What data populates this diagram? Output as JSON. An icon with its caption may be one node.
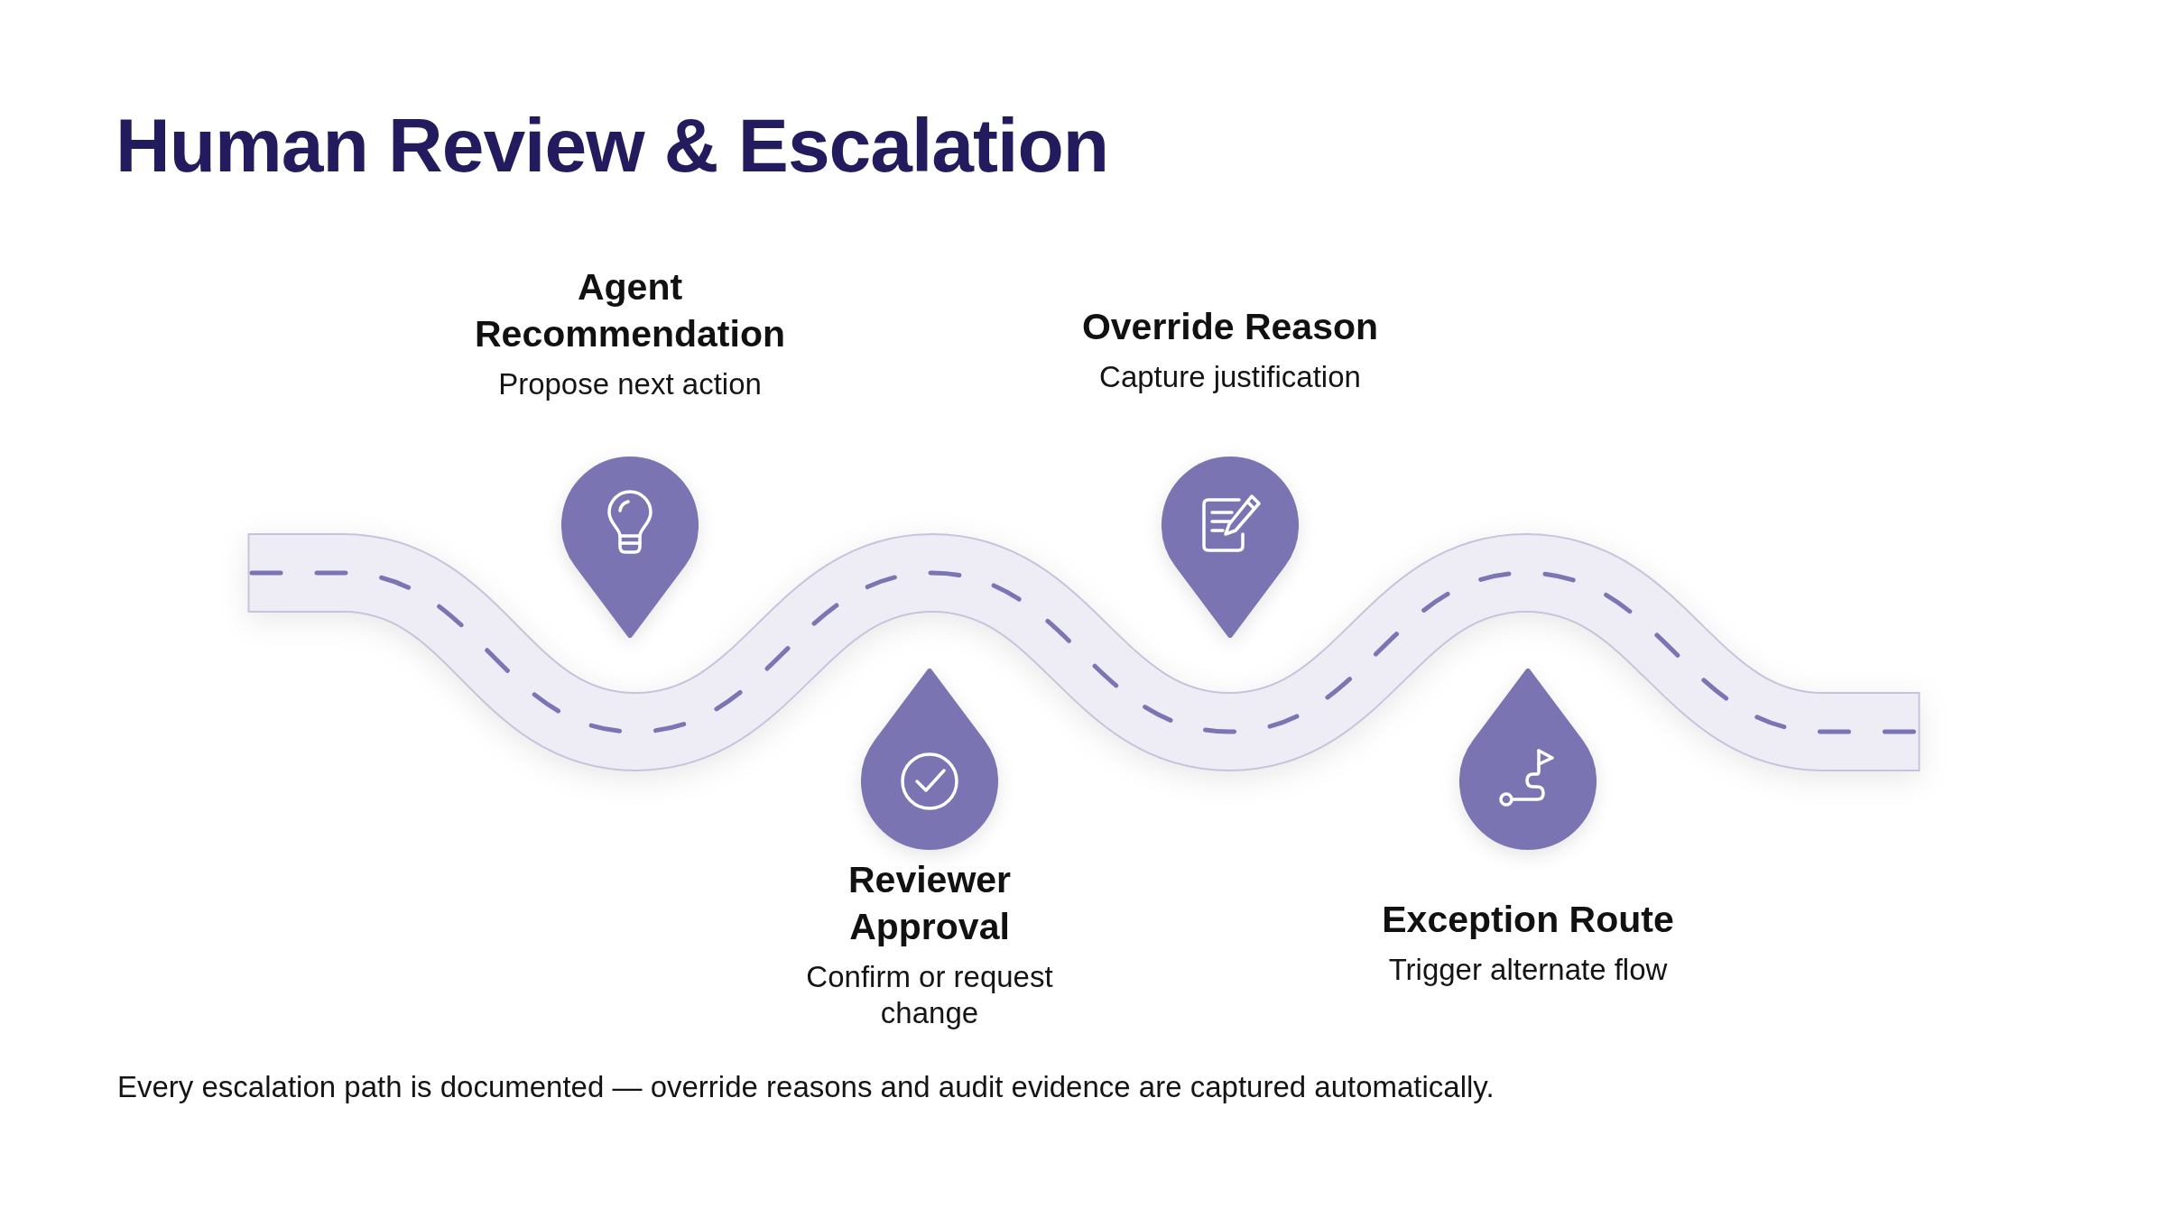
{
  "diagram": {
    "title": "Human Review & Escalation",
    "nodes": [
      {
        "text": [
          "Agent Recommendation",
          "Propose next action"
        ]
      },
      {
        "text": [
          "Reviewer Approval",
          "Confirm or request change"
        ]
      },
      {
        "text": [
          "Override Reason",
          "Capture justification"
        ]
      },
      {
        "text": [
          "Exception Route",
          "Trigger alternate flow"
        ]
      }
    ],
    "caption": "Every escalation path is documented — override reasons and audit evidence are captured automatically."
  }
}
